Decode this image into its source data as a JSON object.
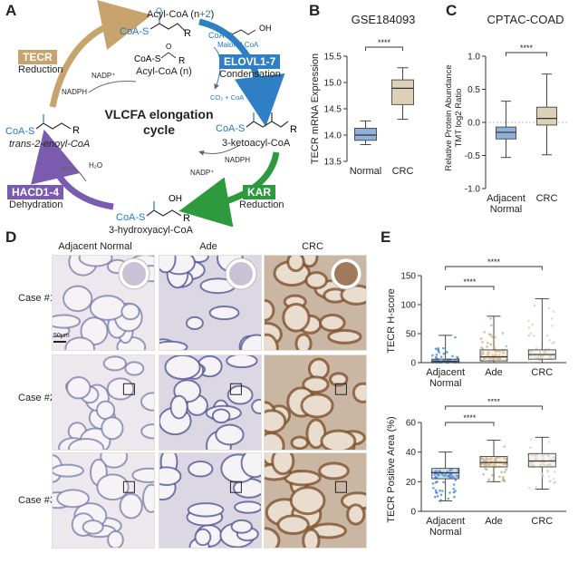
{
  "figure": {
    "panel_labels": [
      "A",
      "B",
      "C",
      "D",
      "E"
    ],
    "colors": {
      "normal_box": "#8fb0da",
      "crc_box": "#ddd0b8",
      "tecr": "#c7a36e",
      "elovl": "#2f7fc4",
      "kar": "#2e9a3e",
      "hacd": "#7a5bb0",
      "blue_text": "#1f79c2",
      "ade_points": "#c9a87a",
      "crc_points": "#d9cfbf",
      "adj_points": "#3d7fd0"
    }
  },
  "panel_a": {
    "title_line1": "VLCFA elongation",
    "title_line2": "cycle",
    "acyl_coa_n2_pre": "Acyl-CoA (n",
    "acyl_coa_n2_plus": "+2",
    "acyl_coa_n2_post": ")",
    "coa_s": "CoA-S",
    "r": "R",
    "malonyl": "Malonyl CoA",
    "o": "O",
    "oh": "OH",
    "acyl_coa_n": "Acyl-CoA (n)",
    "co2": "CO₂ + CoA",
    "nadph": "NADPH",
    "nadp": "NADP⁺",
    "h2o": "H₂O",
    "ketoacyl": "3-ketoacyl-CoA",
    "hydroxyacyl": "3-hydroxyacyl-CoA",
    "enoyl": "trans-2-enoyl-CoA",
    "enzymes": [
      {
        "name": "TECR",
        "role": "Reduction"
      },
      {
        "name": "ELOVL1-7",
        "role": "Condensation"
      },
      {
        "name": "KAR",
        "role": "Reduction"
      },
      {
        "name": "HACD1-4",
        "role": "Dehydration"
      }
    ]
  },
  "chart_data": [
    {
      "type": "box",
      "id": "B",
      "title": "GSE184093",
      "ylabel": "TECR mRNA Expression",
      "ylim": [
        13.5,
        15.5
      ],
      "yticks": [
        "13.5",
        "14.0",
        "14.5",
        "15.0",
        "15.5"
      ],
      "categories": [
        "Normal",
        "CRC"
      ],
      "significance": "****",
      "series": [
        {
          "name": "Normal",
          "min": 13.82,
          "q1": 13.9,
          "median": 14.0,
          "q3": 14.13,
          "max": 14.27
        },
        {
          "name": "CRC",
          "min": 14.3,
          "q1": 14.58,
          "median": 14.89,
          "q3": 15.05,
          "max": 15.28
        }
      ]
    },
    {
      "type": "box",
      "id": "C",
      "title": "CPTAC-COAD",
      "ylabel_line1": "Relative Protein Abundance",
      "ylabel_line2": "TMT log2 Ratio",
      "ylim": [
        -1.0,
        1.0
      ],
      "yticks": [
        "-1.0",
        "-0.5",
        "0.0",
        "0.5",
        "1.0"
      ],
      "categories": [
        "Adjacent\nNormal",
        "CRC"
      ],
      "category_lines": [
        [
          "Adjacent",
          "Normal"
        ],
        [
          "CRC"
        ]
      ],
      "significance": "****",
      "series": [
        {
          "name": "Adjacent Normal",
          "min": -0.53,
          "q1": -0.25,
          "median": -0.15,
          "q3": -0.07,
          "max": 0.32
        },
        {
          "name": "CRC",
          "min": -0.49,
          "q1": -0.04,
          "median": 0.06,
          "q3": 0.23,
          "max": 0.73
        }
      ]
    },
    {
      "type": "box",
      "id": "E1",
      "ylabel": "TECR H-score",
      "ylim": [
        0,
        150
      ],
      "yticks": [
        "0",
        "50",
        "100",
        "150"
      ],
      "categories": [
        "Adjacent Normal",
        "Ade",
        "CRC"
      ],
      "category_lines": [
        [
          "Adjacent",
          "Normal"
        ],
        [
          "Ade"
        ],
        [
          "CRC"
        ]
      ],
      "significance": [
        "****",
        "****"
      ],
      "series": [
        {
          "name": "Adjacent Normal",
          "min": 0,
          "q1": 0,
          "median": 2,
          "q3": 6,
          "max": 47
        },
        {
          "name": "Ade",
          "min": 0,
          "q1": 3,
          "median": 10,
          "q3": 22,
          "max": 80
        },
        {
          "name": "CRC",
          "min": 0,
          "q1": 6,
          "median": 14,
          "q3": 22,
          "max": 110
        }
      ]
    },
    {
      "type": "box",
      "id": "E2",
      "ylabel": "TECR Positive Area (%)",
      "ylim": [
        0,
        60
      ],
      "yticks": [
        "0",
        "20",
        "40",
        "60"
      ],
      "categories": [
        "Adjacent Normal",
        "Ade",
        "CRC"
      ],
      "category_lines": [
        [
          "Adjacent",
          "Normal"
        ],
        [
          "Ade"
        ],
        [
          "CRC"
        ]
      ],
      "significance": [
        "****",
        "****"
      ],
      "series": [
        {
          "name": "Adjacent Normal",
          "min": 7,
          "q1": 22,
          "median": 26,
          "q3": 29,
          "max": 40
        },
        {
          "name": "Ade",
          "min": 20,
          "q1": 30,
          "median": 33,
          "q3": 37,
          "max": 48
        },
        {
          "name": "CRC",
          "min": 15,
          "q1": 30,
          "median": 34,
          "q3": 39,
          "max": 50
        }
      ]
    }
  ],
  "panel_d": {
    "columns": [
      "Adjacent Normal",
      "Ade",
      "CRC"
    ],
    "rows": [
      "Case #1",
      "Case #2",
      "Case #3"
    ],
    "scale_bar": "50μm"
  }
}
